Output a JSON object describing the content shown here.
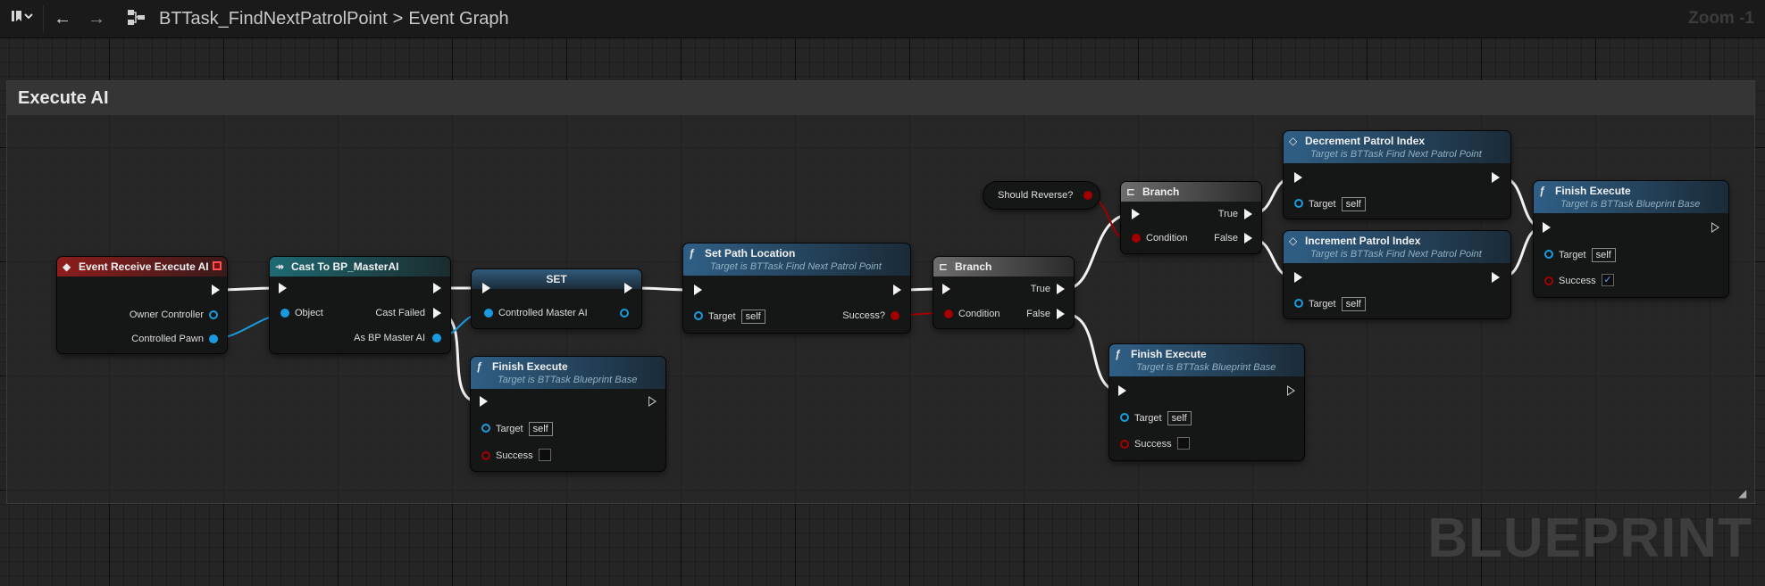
{
  "toolbar": {
    "bookmark_icon": "bookmark-icon",
    "back_icon": "←",
    "forward_icon": "→",
    "graph_icon": "graph-icon",
    "asset_name": "BTTask_FindNextPatrolPoint",
    "separator": ">",
    "graph_name": "Event Graph",
    "zoom": "Zoom -1"
  },
  "comment": {
    "title": "Execute AI"
  },
  "watermark": "BLUEPRINT",
  "nodes": {
    "event": {
      "title": "Event Receive Execute AI",
      "owner": "Owner Controller",
      "pawn": "Controlled Pawn"
    },
    "cast": {
      "title": "Cast To BP_MasterAI",
      "object": "Object",
      "failed": "Cast Failed",
      "as": "As BP Master AI"
    },
    "set": {
      "title": "SET",
      "var": "Controlled Master AI"
    },
    "finish1": {
      "title": "Finish Execute",
      "subtitle": "Target is BTTask Blueprint Base",
      "target": "Target",
      "self": "self",
      "success": "Success"
    },
    "setpath": {
      "title": "Set Path Location",
      "subtitle": "Target is BTTask Find Next Patrol Point",
      "target": "Target",
      "self": "self",
      "success": "Success?"
    },
    "branch1": {
      "title": "Branch",
      "true": "True",
      "false": "False",
      "condition": "Condition"
    },
    "reverse": {
      "title": "Should Reverse?"
    },
    "branch2": {
      "title": "Branch",
      "true": "True",
      "false": "False",
      "condition": "Condition"
    },
    "decrement": {
      "title": "Decrement Patrol Index",
      "subtitle": "Target is BTTask Find Next Patrol Point",
      "target": "Target",
      "self": "self"
    },
    "increment": {
      "title": "Increment Patrol Index",
      "subtitle": "Target is BTTask Find Next Patrol Point",
      "target": "Target",
      "self": "self"
    },
    "finish2": {
      "title": "Finish Execute",
      "subtitle": "Target is BTTask Blueprint Base",
      "target": "Target",
      "self": "self",
      "success": "Success"
    },
    "finish3": {
      "title": "Finish Execute",
      "subtitle": "Target is BTTask Blueprint Base",
      "target": "Target",
      "self": "self",
      "success": "Success",
      "checked": "✓"
    }
  },
  "colors": {
    "exec": "#f4f4f4",
    "object": "#1a9be0",
    "bool": "#a30000"
  }
}
